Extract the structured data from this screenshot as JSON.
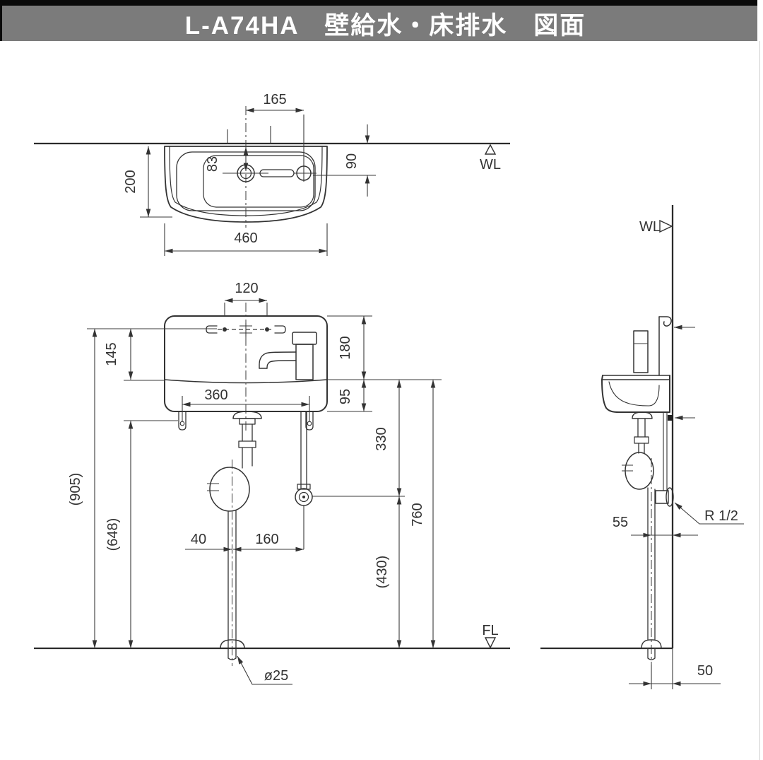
{
  "title_bar": {
    "title": "L-A74HA　壁給水・床排水　図面"
  },
  "colors": {
    "line": "#333333",
    "title_bg": "#7b7b7b",
    "title_text": "#ffffff"
  },
  "plan_view": {
    "wall_label": "WL",
    "dim_165": "165",
    "dim_90": "90",
    "dim_83": "83",
    "dim_200": "200",
    "dim_460": "460"
  },
  "front_view": {
    "floor_label": "FL",
    "dim_120": "120",
    "dim_145": "145",
    "dim_905": "(905)",
    "dim_648": "(648)",
    "dim_180": "180",
    "dim_95": "95",
    "dim_360": "360",
    "dim_330": "330",
    "dim_430": "(430)",
    "dim_760": "760",
    "dim_40": "40",
    "dim_160": "160",
    "drain_diameter": "ø25"
  },
  "side_view": {
    "wall_label": "WL",
    "dim_55": "55",
    "dim_50": "50",
    "supply_thread": "R 1/2"
  }
}
